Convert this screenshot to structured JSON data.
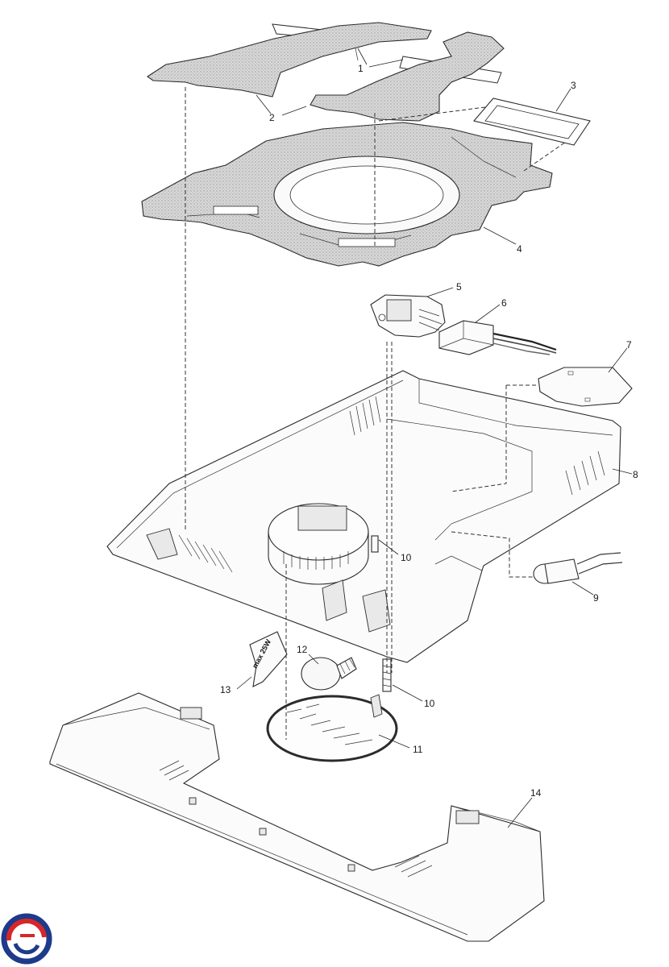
{
  "diagram": {
    "part_numbers": [
      {
        "id": "1",
        "label": "1"
      },
      {
        "id": "2",
        "label": "2"
      },
      {
        "id": "3",
        "label": "3"
      },
      {
        "id": "4",
        "label": "4"
      },
      {
        "id": "5",
        "label": "5"
      },
      {
        "id": "6",
        "label": "6"
      },
      {
        "id": "7",
        "label": "7"
      },
      {
        "id": "8",
        "label": "8"
      },
      {
        "id": "9",
        "label": "9"
      },
      {
        "id": "10a",
        "label": "10"
      },
      {
        "id": "10b",
        "label": "10"
      },
      {
        "id": "11",
        "label": "11"
      },
      {
        "id": "12",
        "label": "12"
      },
      {
        "id": "13",
        "label": "13"
      },
      {
        "id": "14",
        "label": "14"
      }
    ],
    "bulb_label_text": "max 25W",
    "logo": {
      "name": "brand-logo",
      "colors": [
        "#1e3a8a",
        "#d62828"
      ]
    }
  }
}
